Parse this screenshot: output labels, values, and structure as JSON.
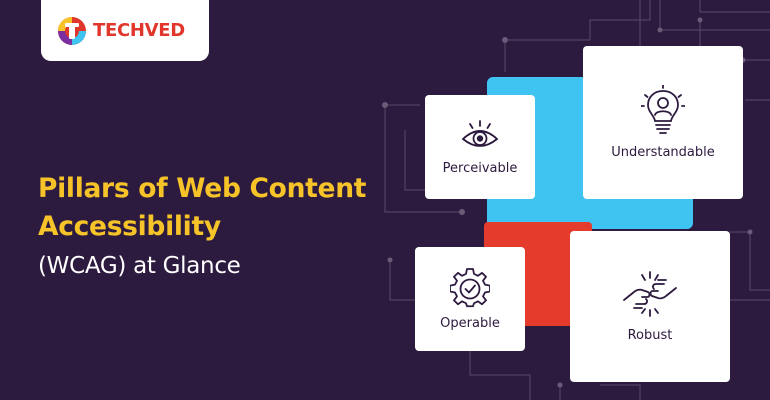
{
  "brand": {
    "logo_text_part1": "TECH",
    "logo_text_part2": "VED",
    "colors": {
      "background": "#2d1a3f",
      "headline": "#f6c428",
      "accent_red": "#e43b2c",
      "accent_blue": "#3fc3f1",
      "card": "#ffffff"
    }
  },
  "headline": {
    "line1": "Pillars of Web Content",
    "line2": "Accessibility",
    "subline": "(WCAG) at Glance"
  },
  "pillars": [
    {
      "label": "Perceivable",
      "icon": "eye-icon"
    },
    {
      "label": "Understandable",
      "icon": "lightbulb-person-icon"
    },
    {
      "label": "Operable",
      "icon": "gear-check-icon"
    },
    {
      "label": "Robust",
      "icon": "fist-bump-icon"
    }
  ]
}
